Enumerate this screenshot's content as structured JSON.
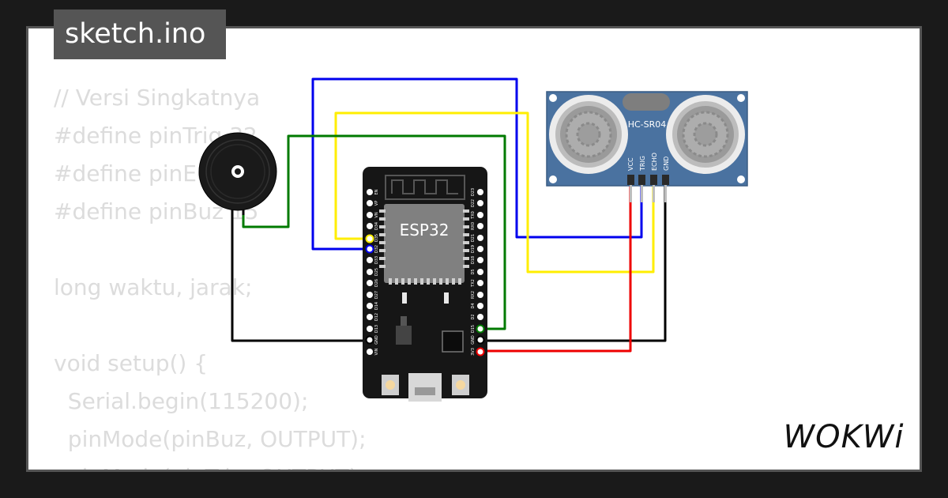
{
  "file_tab": {
    "title": "sketch.ino"
  },
  "code_lines": [
    "// Versi Singkatnya",
    "#define pinTrig 32",
    "#define pinEcho 35",
    "#define pinBuz 15",
    "",
    "long waktu, jarak;",
    "",
    "void setup() {",
    "  Serial.begin(115200);",
    "  pinMode(pinBuz, OUTPUT);",
    "  pinMode(pinTrig, OUTPUT);"
  ],
  "esp32": {
    "label": "ESP32",
    "left_pins": [
      "EN",
      "VP",
      "VN",
      "D34",
      "D35",
      "D32",
      "D33",
      "D25",
      "D26",
      "D27",
      "D14",
      "D12",
      "D13",
      "GND",
      "VIN"
    ],
    "right_pins": [
      "D23",
      "D22",
      "TX0",
      "RX0",
      "D21",
      "D19",
      "D18",
      "D5",
      "TX2",
      "RX2",
      "D4",
      "D2",
      "D15",
      "GND",
      "3V3"
    ]
  },
  "sensor": {
    "label": "HC-SR04",
    "pins": [
      "VCC",
      "TRIG",
      "ECHO",
      "GND"
    ]
  },
  "wire_colors": {
    "blue": "#0000ee",
    "yellow": "#ffee00",
    "green": "#007a00",
    "black": "#000000",
    "red": "#ee0000"
  },
  "brand": {
    "name": "WOKWi"
  }
}
